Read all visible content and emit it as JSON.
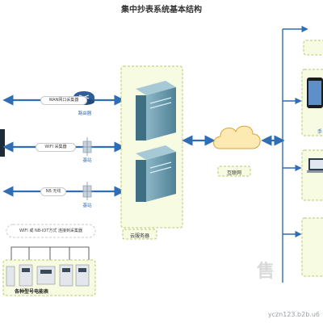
{
  "title": "集中抄表系统基本结构",
  "collectors": {
    "wan_label": "WAN网口采集器",
    "router_label": "路由器",
    "wifi_label": "WIFI 采集器",
    "base1_label": "基站",
    "nb_label": "NB 无线",
    "base2_label": "基站"
  },
  "direct_label": "WIFI 或 NB-IOT方式 连接到采集器",
  "meters_label": "各种型号电能表",
  "cloud_label": "云服务器",
  "internet_label": "互联网",
  "right_labels": {
    "r2_label": "手"
  },
  "watermark": {
    "text": "yczn123.b2b.u6",
    "big_text": "售"
  },
  "colors": {
    "arrow": "#2f6db5",
    "server_box_bg": "#f7fbe2",
    "server_box_border": "#b9c96e",
    "cloud": "#fde9b2",
    "cloud_border": "#d8a53a",
    "server_body": "#6f9fb2"
  }
}
